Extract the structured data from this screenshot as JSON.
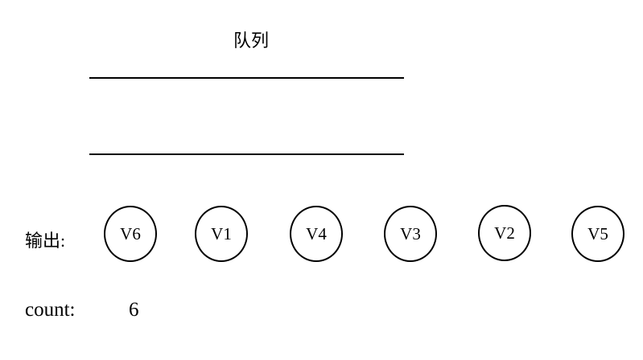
{
  "queue": {
    "title": "队列",
    "items": []
  },
  "output": {
    "label": "输出:",
    "nodes": [
      "V6",
      "V1",
      "V4",
      "V3",
      "V2",
      "V5"
    ]
  },
  "count": {
    "label": "count:",
    "value": "6"
  }
}
